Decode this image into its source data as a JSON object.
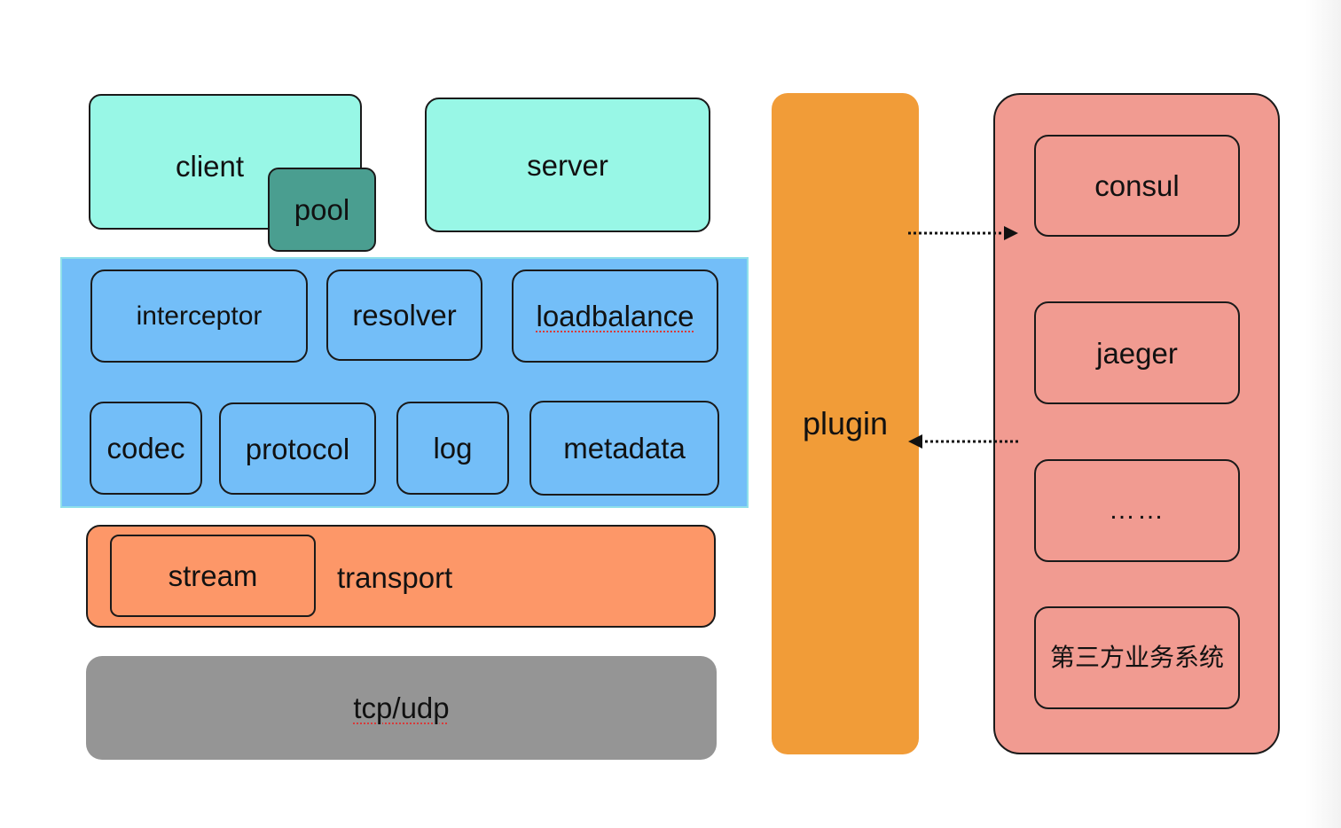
{
  "client": {
    "label": "client",
    "color": "#98f7e6"
  },
  "pool": {
    "label": "pool",
    "color": "#4a9e90"
  },
  "server": {
    "label": "server",
    "color": "#98f7e6"
  },
  "core": {
    "color": "#73bef8",
    "modules": [
      {
        "label": "interceptor"
      },
      {
        "label": "resolver"
      },
      {
        "label": "loadbalance"
      },
      {
        "label": "codec"
      },
      {
        "label": "protocol"
      },
      {
        "label": "log"
      },
      {
        "label": "metadata"
      }
    ]
  },
  "transport": {
    "label": "transport",
    "color": "#fd9768"
  },
  "stream": {
    "label": "stream"
  },
  "network": {
    "label": "tcp/udp",
    "color": "#959595"
  },
  "plugin": {
    "label": "plugin",
    "color": "#f19c38"
  },
  "plugins_panel": {
    "color": "#f19b91",
    "items": [
      {
        "label": "consul"
      },
      {
        "label": "jaeger"
      },
      {
        "label": "……"
      },
      {
        "label": "第三方业务系统"
      }
    ]
  },
  "arrows": [
    {
      "from": "plugin",
      "to": "plugins_panel",
      "style": "dotted"
    },
    {
      "from": "plugins_panel",
      "to": "plugin",
      "style": "dotted"
    }
  ]
}
